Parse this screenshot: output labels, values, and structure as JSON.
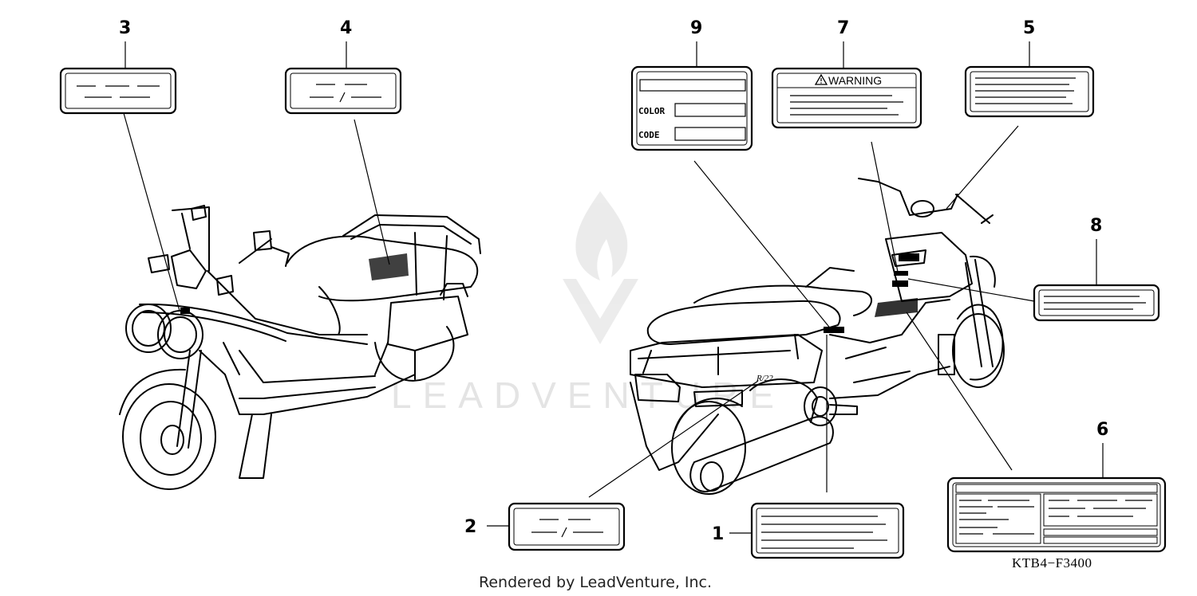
{
  "callouts": [
    "1",
    "2",
    "3",
    "4",
    "5",
    "6",
    "7",
    "8",
    "9"
  ],
  "labels": {
    "warning": "WARNING",
    "color": "COLOR",
    "code": "CODE"
  },
  "diagram_code": "KTB4−F3400",
  "watermark": "LEADVENTURE",
  "footer": "Rendered by LeadVenture, Inc.",
  "icons": {
    "warning": "warning-triangle-icon",
    "watermark_logo": "leadventure-flame-logo"
  }
}
